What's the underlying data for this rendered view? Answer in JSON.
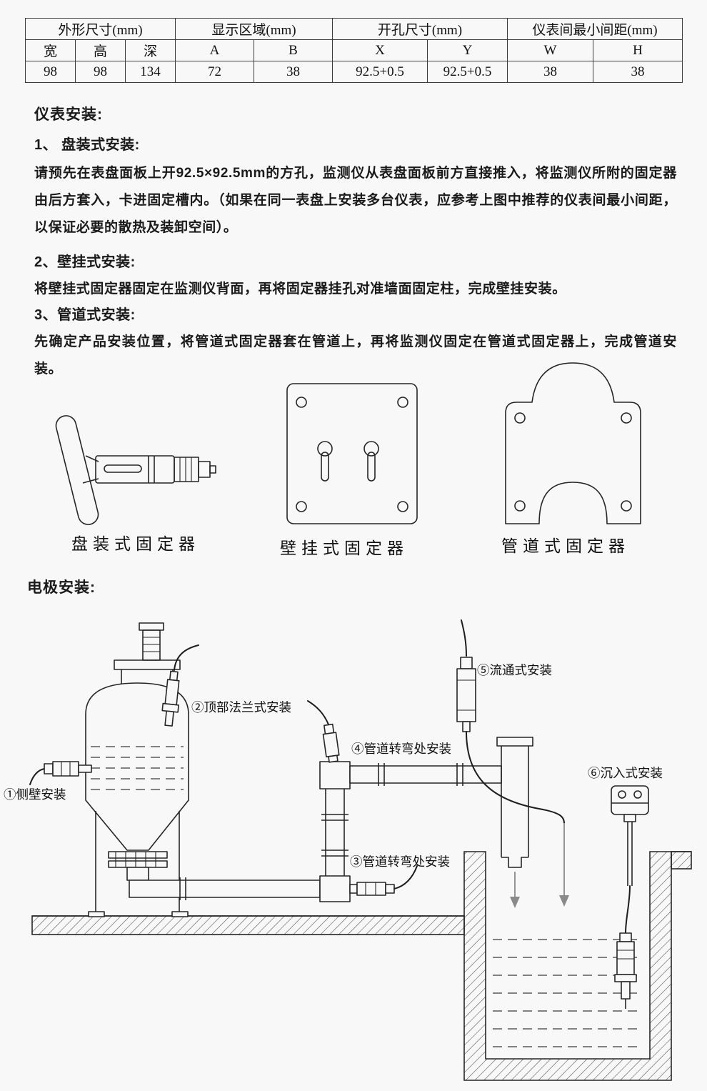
{
  "page": {
    "background": "#f8f8f8",
    "ink": "#1a1a1a"
  },
  "spec_table": {
    "group_headers": [
      {
        "label": "外形尺寸(mm)"
      },
      {
        "label": "显示区域(mm)"
      },
      {
        "label": "开孔尺寸(mm)"
      },
      {
        "label": "仪表间最小间距(mm)"
      }
    ],
    "col_headers": [
      "宽",
      "高",
      "深",
      "A",
      "B",
      "X",
      "Y",
      "W",
      "H"
    ],
    "values": [
      "98",
      "98",
      "134",
      "72",
      "38",
      "92.5+0.5",
      "92.5+0.5",
      "38",
      "38"
    ]
  },
  "meter_install": {
    "title": "仪表安装:",
    "item1_heading": "1、 盘装式安装:",
    "item1_body": "请预先在表盘面板上开92.5×92.5mm的方孔，监测仪从表盘面板前方直接推入，将监测仪所附的固定器由后方套入，卡进固定槽内。（如果在同一表盘上安装多台仪表，应参考上图中推荐的仪表间最小间距，以保证必要的散热及装卸空间）。",
    "item2_heading": "2、壁挂式安装:",
    "item2_body": "将壁挂式固定器固定在监测仪背面，再将固定器挂孔对准墙面固定柱，完成壁挂安装。",
    "item3_heading": "3、管道式安装:",
    "item3_body": "先确定产品安装位置，将管道式固定器套在管道上，再将监测仪固定在管道式固定器上，完成管道安装。"
  },
  "fixtures": {
    "panel_label": "盘装式固定器",
    "wall_label": "壁挂式固定器",
    "pipe_label": "管道式固定器"
  },
  "electrode_install": {
    "title": "电极安装:",
    "label_1": "①侧壁安装",
    "label_2": "②顶部法兰式安装",
    "label_3": "③管道转弯处安装",
    "label_4": "④管道转弯处安装",
    "label_5": "⑤流通式安装",
    "label_6": "⑥沉入式安装"
  }
}
